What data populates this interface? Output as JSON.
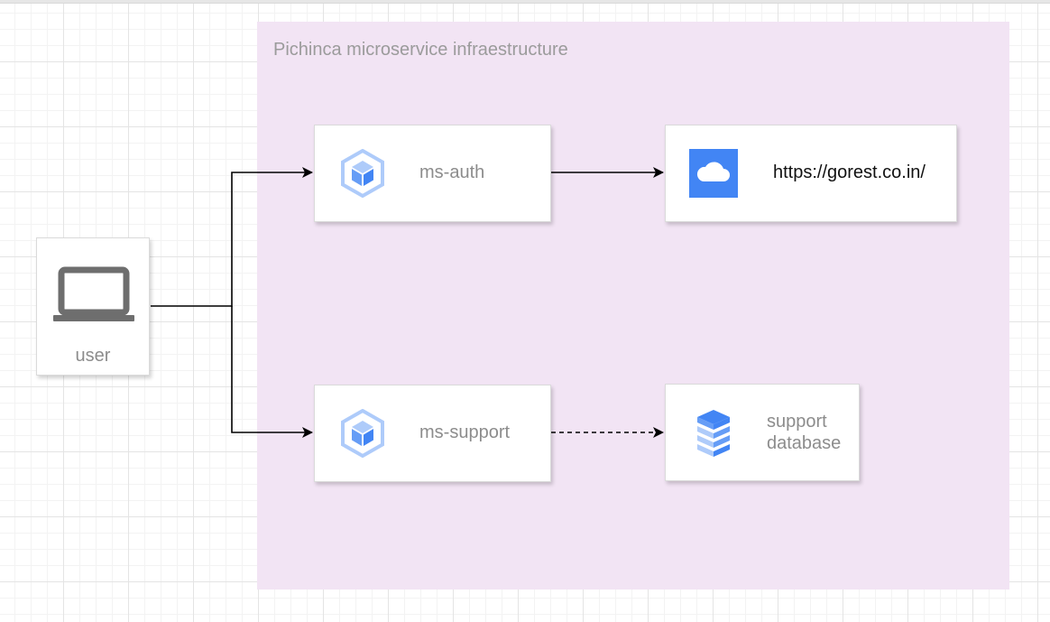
{
  "diagram": {
    "container_title": "Pichinca microservice infraestructure",
    "nodes": {
      "user": {
        "label": "user",
        "icon": "laptop-icon"
      },
      "ms_auth": {
        "label": "ms-auth",
        "icon": "kubernetes-cube-icon"
      },
      "external_api": {
        "label": "https://gorest.co.in/",
        "icon": "cloud-icon"
      },
      "ms_support": {
        "label": "ms-support",
        "icon": "kubernetes-cube-icon"
      },
      "support_db": {
        "label_line1": "support",
        "label_line2": "database",
        "icon": "database-icon"
      }
    },
    "edges": [
      {
        "from": "user",
        "to": "ms-auth",
        "style": "solid"
      },
      {
        "from": "user",
        "to": "ms-support",
        "style": "solid"
      },
      {
        "from": "ms-auth",
        "to": "https://gorest.co.in/",
        "style": "solid"
      },
      {
        "from": "ms-support",
        "to": "support database",
        "style": "dashed"
      }
    ],
    "colors": {
      "container_fill": "#f2e4f4",
      "google_blue": "#4285f4",
      "light_blue": "#aecbfa",
      "laptop_gray": "#6e6e6e"
    }
  }
}
